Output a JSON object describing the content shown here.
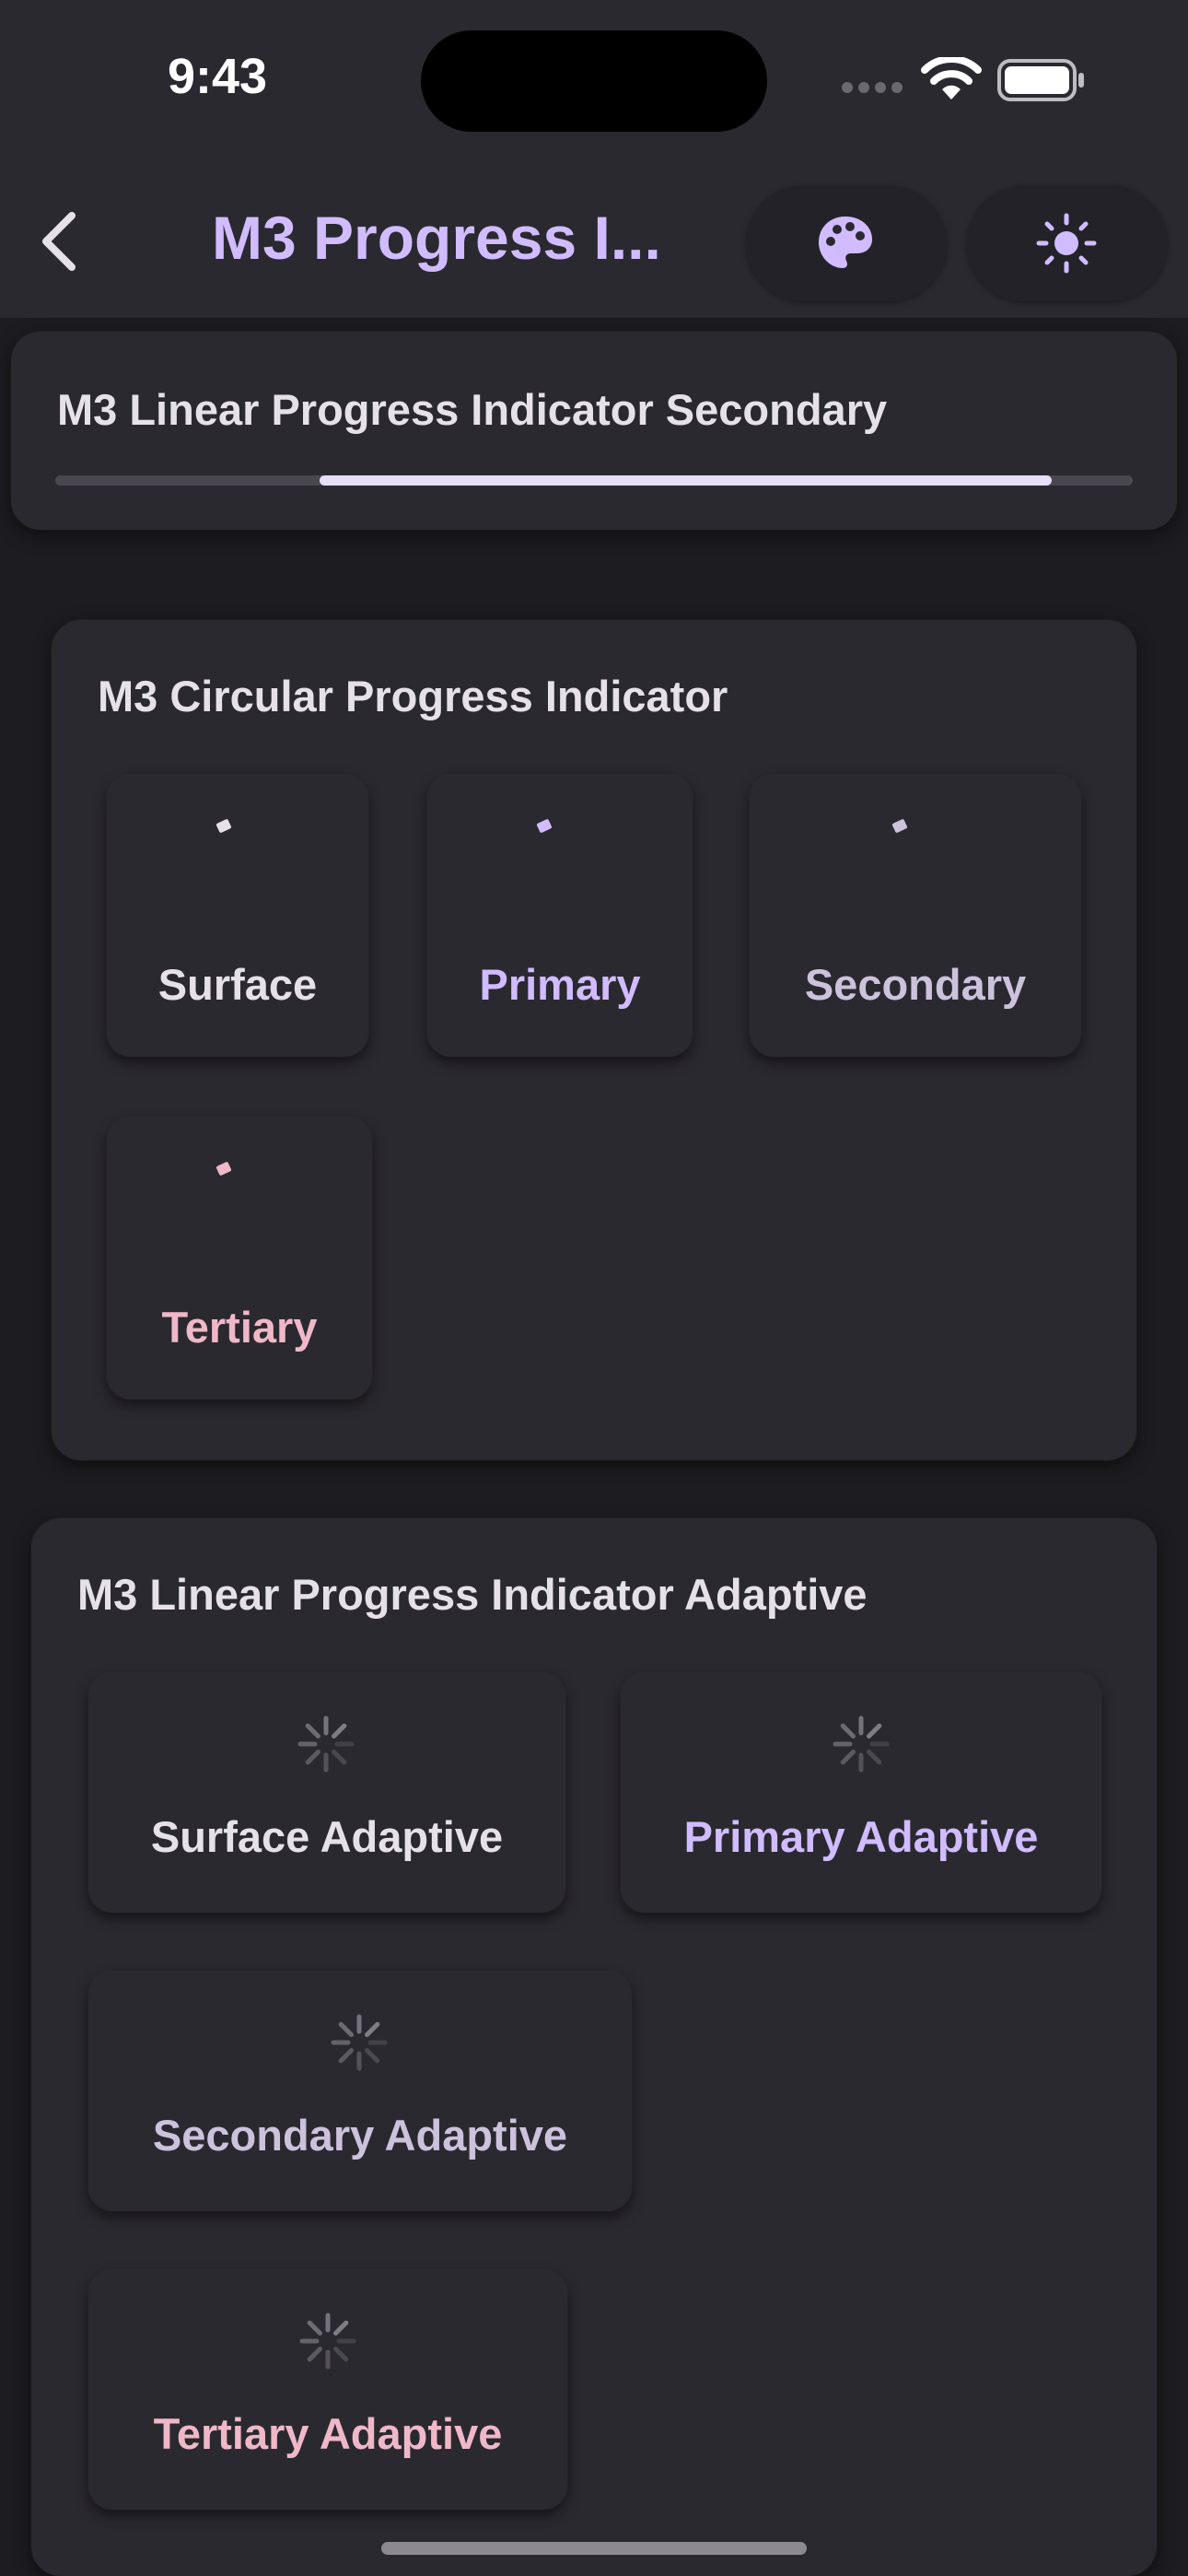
{
  "status_bar": {
    "time": "9:43"
  },
  "app_bar": {
    "title": "M3 Progress I...",
    "back_icon": "chevron-left-icon",
    "palette_icon": "palette-icon",
    "theme_icon": "sun-icon"
  },
  "colors": {
    "primary": "#d0bcff",
    "secondary": "#ccc2dc",
    "tertiary": "#efb8c8",
    "surface": "#e6e1e9"
  },
  "linear_secondary": {
    "title": "M3 Linear Progress Indicator Secondary",
    "segment_start": 0.245,
    "segment_end": 0.925
  },
  "circular": {
    "title": "M3 Circular Progress Indicator",
    "items": [
      {
        "label": "Surface"
      },
      {
        "label": "Primary"
      },
      {
        "label": "Secondary"
      },
      {
        "label": "Tertiary"
      }
    ]
  },
  "adaptive": {
    "title": "M3 Linear Progress Indicator Adaptive",
    "items": [
      {
        "label": "Surface Adaptive"
      },
      {
        "label": "Primary Adaptive"
      },
      {
        "label": "Secondary Adaptive"
      },
      {
        "label": "Tertiary Adaptive"
      }
    ]
  }
}
